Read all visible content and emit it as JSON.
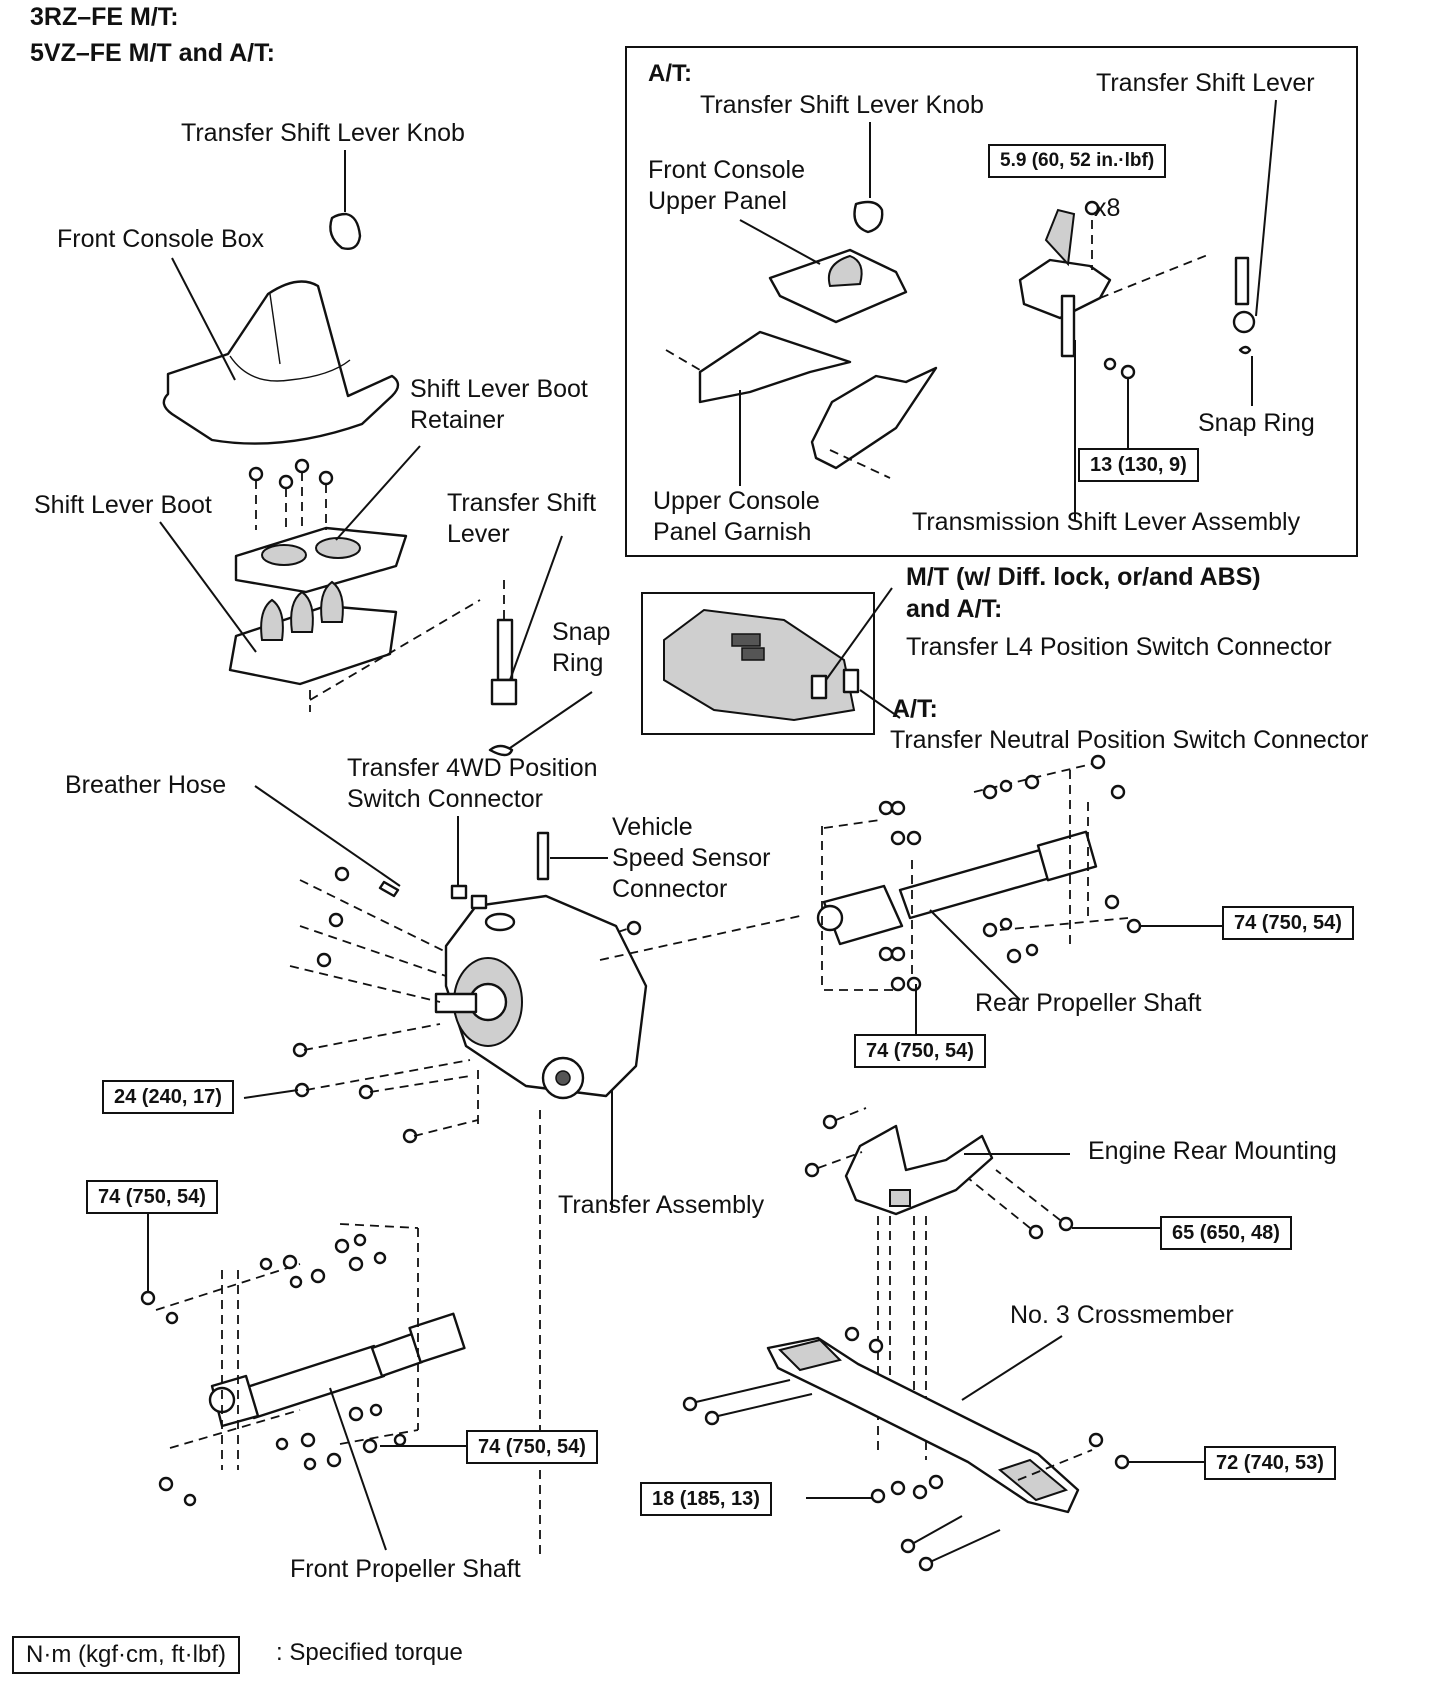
{
  "header": {
    "line1": "3RZ–FE M/T:",
    "line2": "5VZ–FE M/T and A/T:"
  },
  "labels": {
    "transfer_knob": "Transfer Shift Lever Knob",
    "front_console_box": "Front Console Box",
    "shift_boot_retainer_1": "Shift Lever Boot",
    "shift_boot_retainer_2": "Retainer",
    "shift_lever_boot": "Shift Lever Boot",
    "transfer_shift_lever_1": "Transfer Shift",
    "transfer_shift_lever_2": "Lever",
    "snap_ring_1": "Snap",
    "snap_ring_2": "Ring",
    "breather_hose": "Breather Hose",
    "transfer_4wd_1": "Transfer 4WD Position",
    "transfer_4wd_2": "Switch Connector",
    "vss_1": "Vehicle",
    "vss_2": "Speed Sensor",
    "vss_3": "Connector",
    "rear_prop": "Rear Propeller Shaft",
    "transfer_assembly": "Transfer Assembly",
    "engine_rear_mount": "Engine Rear Mounting",
    "crossmember": "No. 3 Crossmember",
    "front_prop": "Front Propeller Shaft"
  },
  "at_inset": {
    "heading": "A/T:",
    "knob": "Transfer Shift Lever Knob",
    "upper_panel_1": "Front Console",
    "upper_panel_2": "Upper Panel",
    "transfer_lever": "Transfer Shift Lever",
    "bolt_count": "x8",
    "snap_ring": "Snap Ring",
    "garnish_1": "Upper Console",
    "garnish_2": "Panel Garnish",
    "trans_lever_assy": "Transmission Shift Lever Assembly"
  },
  "switch_inset": {
    "heading_1": "M/T (w/ Diff. lock, or/and ABS)",
    "heading_2": "and A/T:",
    "l4_connector": "Transfer L4 Position Switch Connector",
    "at_heading": "A/T:",
    "neutral_connector": "Transfer Neutral Position Switch Connector"
  },
  "torques": {
    "inset_bolts": "5.9 (60, 52 in.·lbf)",
    "inset_nut": "13 (130, 9)",
    "rear_prop_right": "74 (750, 54)",
    "rear_prop_bottom": "74 (750, 54)",
    "transfer_bolts": "24 (240, 17)",
    "front_prop_left": "74 (750, 54)",
    "front_prop_right": "74 (750, 54)",
    "engine_mount": "65 (650, 48)",
    "crossmember_left": "18 (185, 13)",
    "crossmember_right": "72 (740, 53)"
  },
  "legend": {
    "box": "N·m (kgf·cm, ft·lbf)",
    "text": ": Specified torque"
  }
}
